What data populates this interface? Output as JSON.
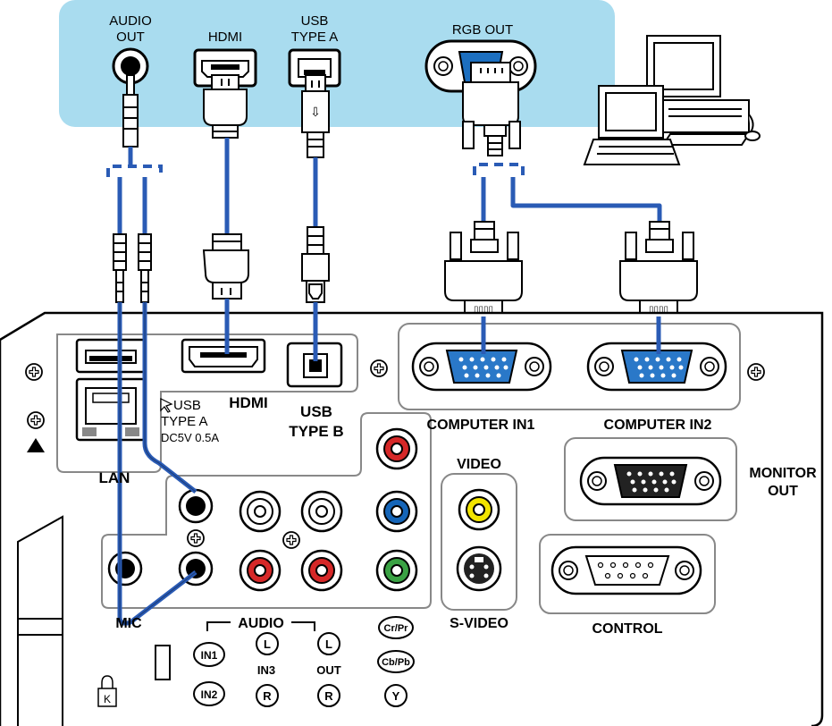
{
  "top_labels": {
    "audio_out_1": "AUDIO",
    "audio_out_2": "OUT",
    "hdmi": "HDMI",
    "usb_a_1": "USB",
    "usb_a_2": "TYPE A",
    "rgb_out": "RGB OUT"
  },
  "panel_labels": {
    "lan": "LAN",
    "usb_a_1": "USB",
    "usb_a_2": "TYPE A",
    "usb_a_3": "DC5V 0.5A",
    "hdmi": "HDMI",
    "usb_b_1": "USB",
    "usb_b_2": "TYPE B",
    "computer_in1": "COMPUTER IN1",
    "computer_in2": "COMPUTER IN2",
    "video": "VIDEO",
    "monitor_out_1": "MONITOR",
    "monitor_out_2": "OUT",
    "s_video": "S-VIDEO",
    "control": "CONTROL",
    "mic": "MIC",
    "audio": "AUDIO",
    "in1": "IN1",
    "in2": "IN2",
    "in3": "IN3",
    "l1": "L",
    "r1": "R",
    "l2": "L",
    "r2": "R",
    "out": "OUT",
    "cr_pr": "Cr/Pr",
    "cb_pb": "Cb/Pb",
    "y": "Y"
  },
  "colors": {
    "source_area": "#a9dcef",
    "cable": "#2a5bb5",
    "port_blue": "#2a78c8",
    "red": "#d62828",
    "blue": "#1565b8",
    "green": "#3aa244",
    "yellow": "#f2e400"
  }
}
